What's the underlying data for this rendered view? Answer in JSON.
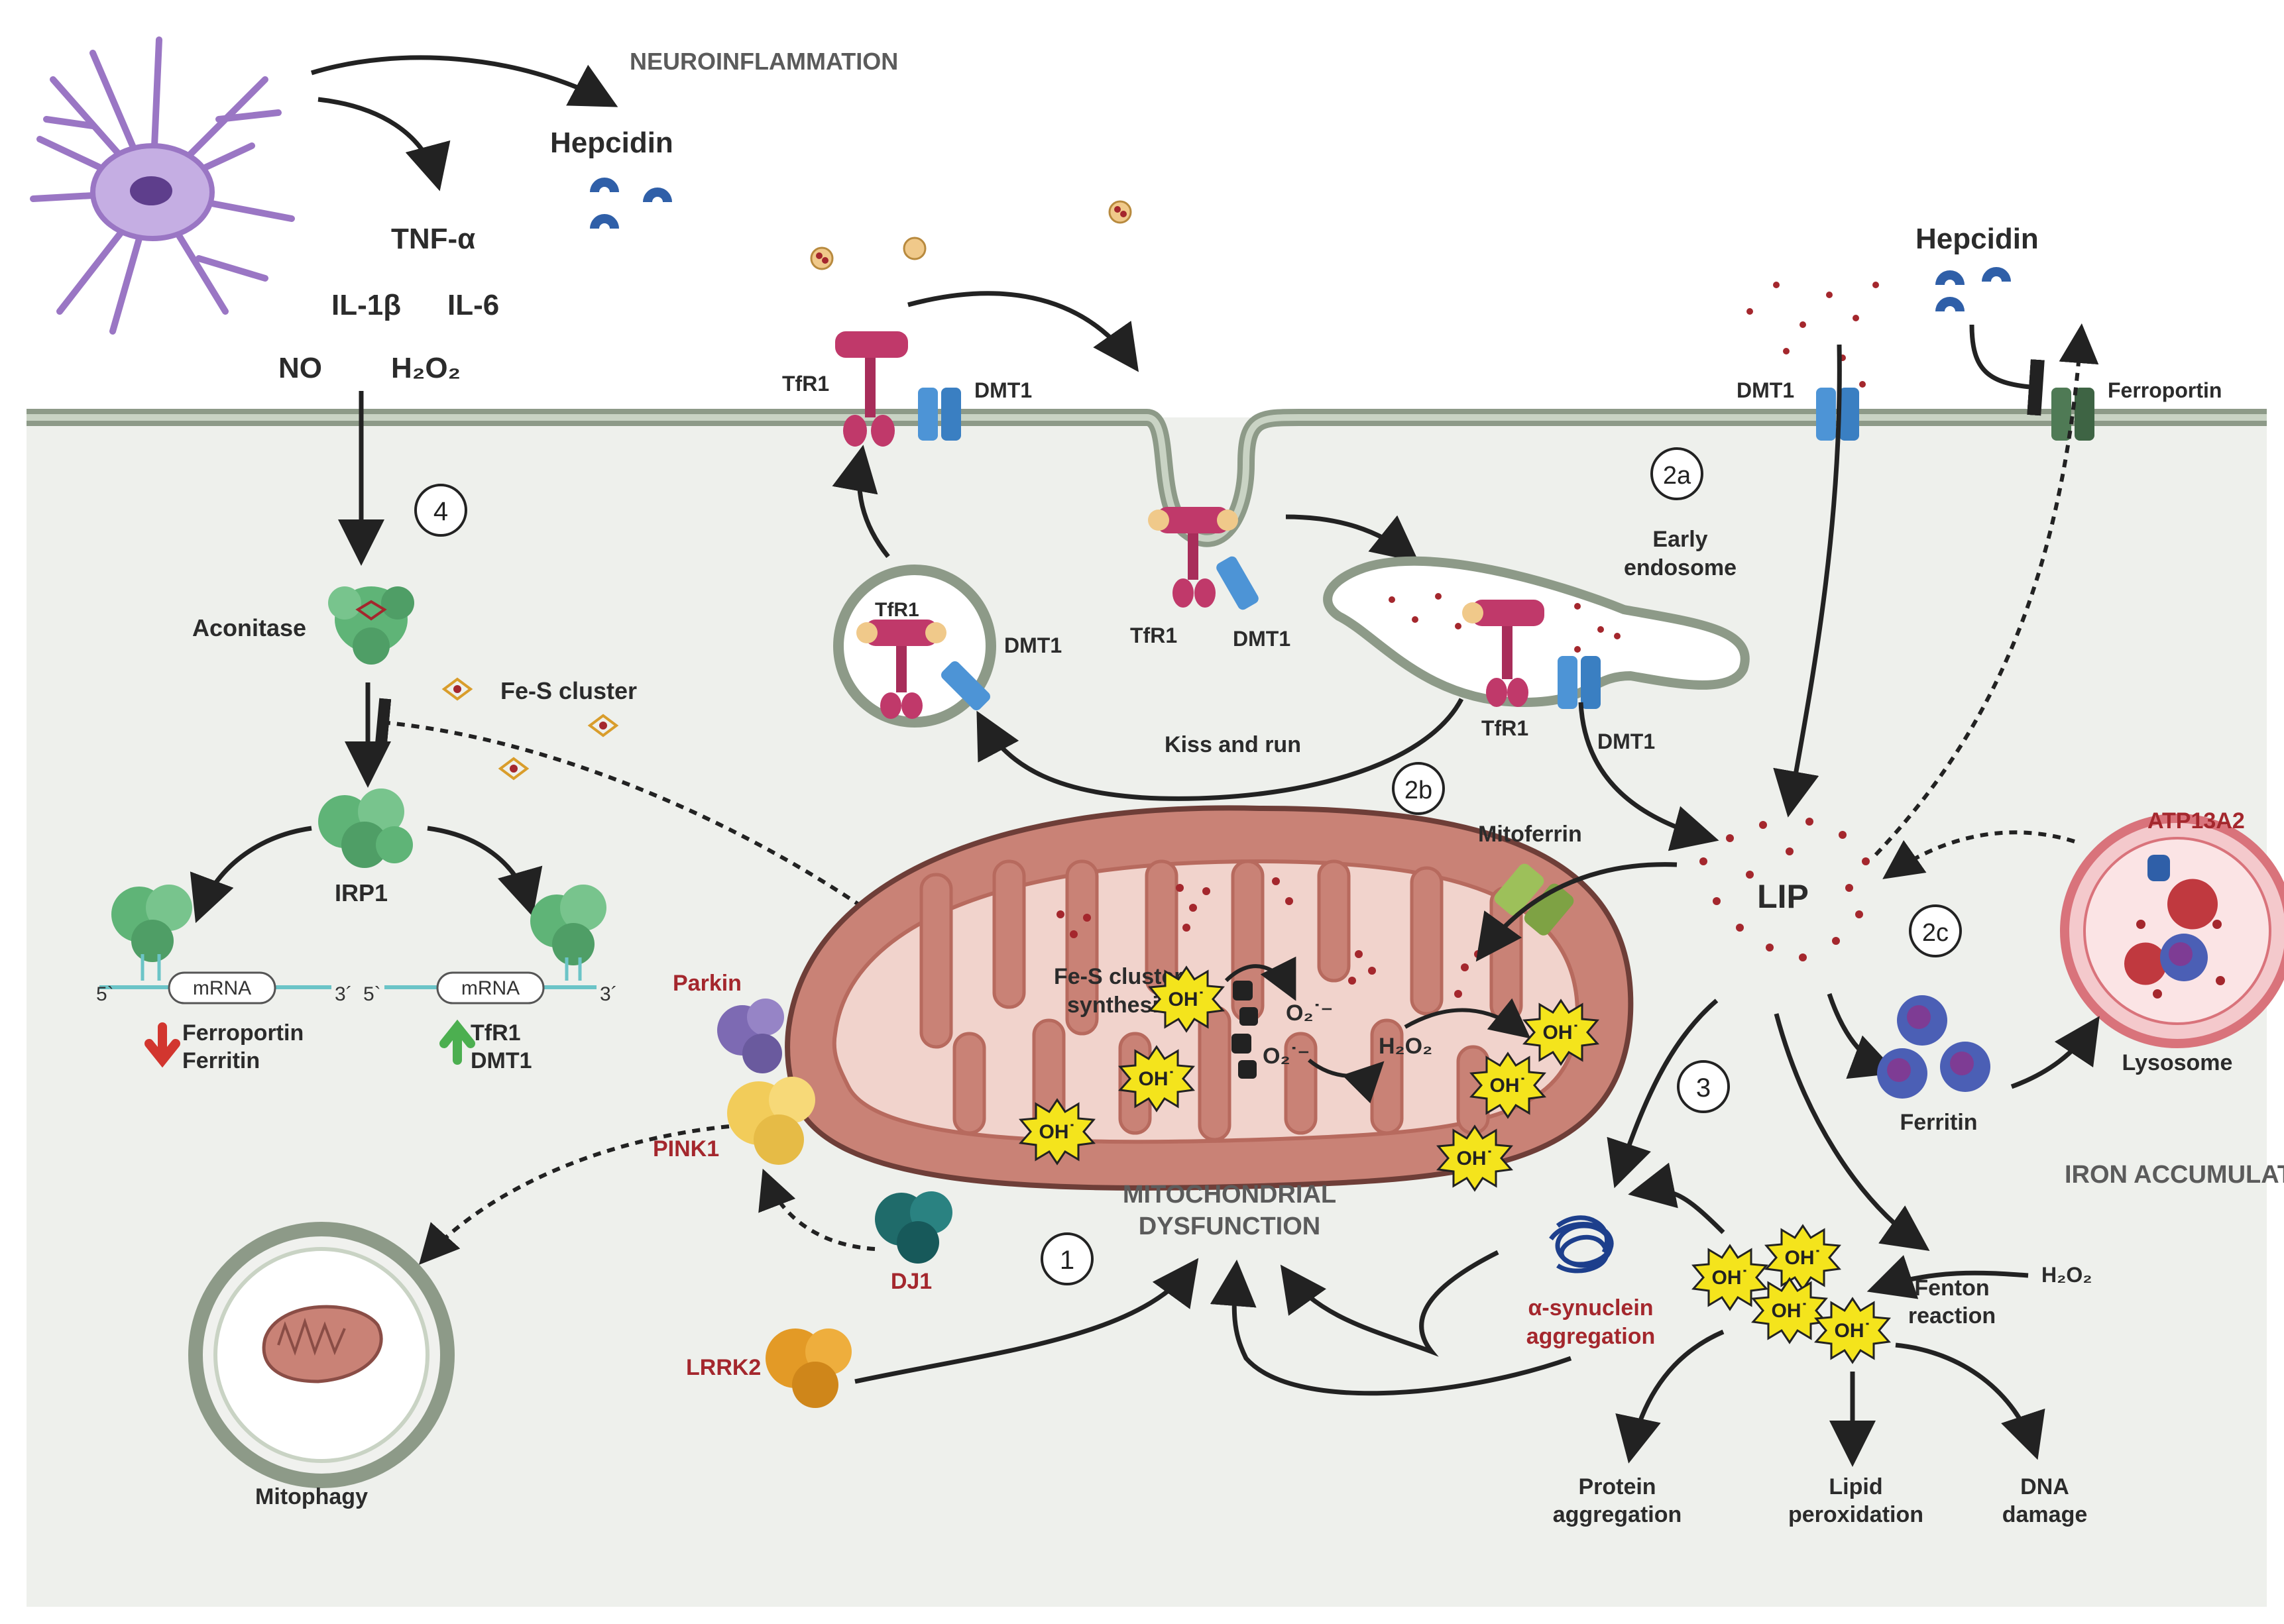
{
  "labels": {
    "neuroinflammation": "NEUROINFLAMMATION",
    "hepcidin_left": "Hepcidin",
    "tnf": "TNF-α",
    "il1b": "IL-1β",
    "il6": "IL-6",
    "no": "NO",
    "h2o2_top": "H₂O₂",
    "aconitase": "Aconitase",
    "fes_cluster": "Fe-S cluster",
    "irp1": "IRP1",
    "mrna": "mRNA",
    "five_prime": "5`",
    "three_prime": "3´",
    "ferroportin_ferritin_down": [
      "Ferroportin",
      "Ferritin"
    ],
    "tfr1_dmt1_up": [
      "TfR1",
      "DMT1"
    ],
    "tfr1": "TfR1",
    "dmt1": "DMT1",
    "early_endosome": [
      "Early",
      "endosome"
    ],
    "kiss_and_run": "Kiss and run",
    "hepcidin_right": "Hepcidin",
    "ferroportin": "Ferroportin",
    "mitoferrin": "Mitoferrin",
    "lip": "LIP",
    "atp13a2": "ATP13A2",
    "lysosome": "Lysosome",
    "ferritin": "Ferritin",
    "iron_accumulation": "IRON ACCUMULATION",
    "fes_synthesis": [
      "Fe-S cluster",
      "synthesis"
    ],
    "o2": "O₂˙⁻",
    "h2o2_mito": "H₂O₂",
    "oh": "OH˙",
    "parkin": "Parkin",
    "pink1": "PINK1",
    "dj1": "DJ1",
    "lrrk2": "LRRK2",
    "mito_dysfunction": [
      "MITOCHONDRIAL",
      "DYSFUNCTION"
    ],
    "mitophagy": "Mitophagy",
    "asyn": [
      "α-synuclein",
      "aggregation"
    ],
    "fenton": [
      "Fenton",
      "reaction"
    ],
    "h2o2_fenton": "H₂O₂",
    "protein_aggregation": [
      "Protein",
      "aggregation"
    ],
    "lipid_peroxidation": [
      "Lipid",
      "peroxidation"
    ],
    "dna_damage": [
      "DNA",
      "damage"
    ]
  },
  "steps": {
    "s4": "4",
    "s2a": "2a",
    "s2b": "2b",
    "s2c": "2c",
    "s3": "3",
    "s1": "1"
  },
  "colors": {
    "cytoplasm": "#eef0ec",
    "membrane": "#8d9a88",
    "mito_outer": "#c98276",
    "mito_inner": "#f1d3cc",
    "tfr1": "#c0396a",
    "dmt1": "#4d94d6",
    "ferroportin": "#4f7a55",
    "hepcidin": "#2f5fa8",
    "iron": "#a4272d",
    "ros": "#f4e41c",
    "microglia": "#9a76c4",
    "irp": "#5fb477",
    "ferritin": "#4b5fb5",
    "lysosome": "#d9737b"
  }
}
